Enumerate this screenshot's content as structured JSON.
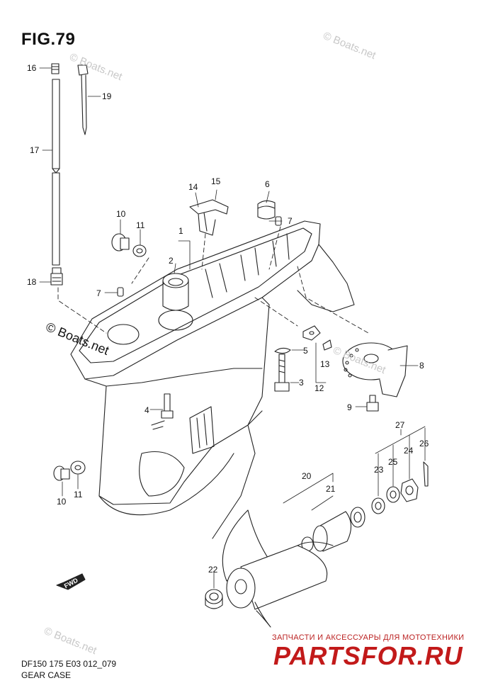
{
  "figure": {
    "title": "FIG.79"
  },
  "callouts": [
    {
      "id": "c16",
      "label": "16"
    },
    {
      "id": "c19",
      "label": "19"
    },
    {
      "id": "c17",
      "label": "17"
    },
    {
      "id": "c18",
      "label": "18"
    },
    {
      "id": "c14",
      "label": "14"
    },
    {
      "id": "c15",
      "label": "15"
    },
    {
      "id": "c6",
      "label": "6"
    },
    {
      "id": "c7a",
      "label": "7"
    },
    {
      "id": "c10a",
      "label": "10"
    },
    {
      "id": "c11a",
      "label": "11"
    },
    {
      "id": "c1",
      "label": "1"
    },
    {
      "id": "c2",
      "label": "2"
    },
    {
      "id": "c7b",
      "label": "7"
    },
    {
      "id": "c5",
      "label": "5"
    },
    {
      "id": "c13",
      "label": "13"
    },
    {
      "id": "c8",
      "label": "8"
    },
    {
      "id": "c3",
      "label": "3"
    },
    {
      "id": "c12",
      "label": "12"
    },
    {
      "id": "c4",
      "label": "4"
    },
    {
      "id": "c9",
      "label": "9"
    },
    {
      "id": "c27",
      "label": "27"
    },
    {
      "id": "c24",
      "label": "24"
    },
    {
      "id": "c26",
      "label": "26"
    },
    {
      "id": "c25",
      "label": "25"
    },
    {
      "id": "c23",
      "label": "23"
    },
    {
      "id": "c20",
      "label": "20"
    },
    {
      "id": "c21",
      "label": "21"
    },
    {
      "id": "c10b",
      "label": "10"
    },
    {
      "id": "c11b",
      "label": "11"
    },
    {
      "id": "c22",
      "label": "22"
    }
  ],
  "watermarks": {
    "primary": "© Boats.net",
    "light": "© Boats.net"
  },
  "forward_arrow": "FWD",
  "footer": {
    "model_code": "DF150 175 E03 012_079",
    "section_name": "GEAR CASE"
  },
  "shop": {
    "tagline": "ЗАПЧАСТИ И АКСЕССУАРЫ ДЛЯ МОТОТЕХНИКИ",
    "logo_text": "PARTSFOR.RU",
    "logo_color": "#c21a1a"
  }
}
